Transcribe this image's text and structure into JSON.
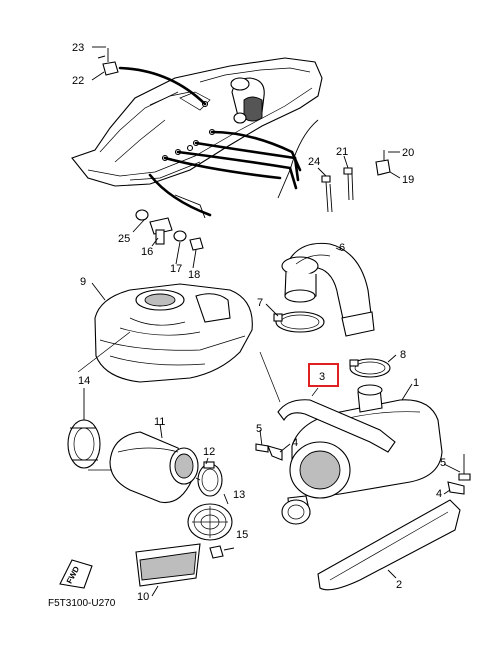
{
  "diagram_code": "F5T3100-U270",
  "fwd_label": "FWD",
  "highlight_color": "#e02020",
  "callouts": {
    "p1": "1",
    "p2": "2",
    "p3": "3",
    "p4a": "4",
    "p4b": "4",
    "p5a": "5",
    "p5b": "5",
    "p6": "6",
    "p7": "7",
    "p8": "8",
    "p9": "9",
    "p10": "10",
    "p11": "11",
    "p12": "12",
    "p13": "13",
    "p14": "14",
    "p15": "15",
    "p16": "16",
    "p17": "17",
    "p18": "18",
    "p19": "19",
    "p20": "20",
    "p21": "21",
    "p22": "22",
    "p23": "23",
    "p24": "24",
    "p25": "25"
  }
}
